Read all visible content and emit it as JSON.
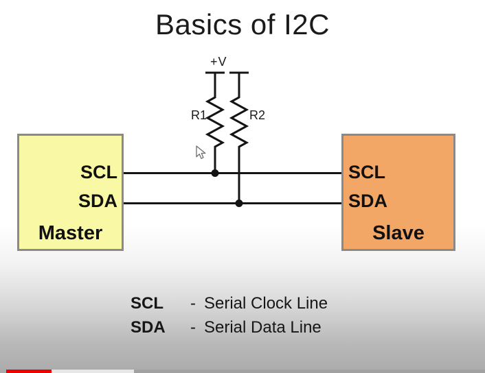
{
  "title": "Basics of I2C",
  "circuit": {
    "supply_label": "+V",
    "resistor1_label": "R1",
    "resistor2_label": "R2",
    "master": {
      "name": "Master",
      "ports": [
        "SCL",
        "SDA"
      ]
    },
    "slave": {
      "name": "Slave",
      "ports": [
        "SCL",
        "SDA"
      ]
    }
  },
  "legend": [
    {
      "term": "SCL",
      "separator": "-",
      "definition": "Serial Clock Line"
    },
    {
      "term": "SDA",
      "separator": "-",
      "definition": "Serial Data Line"
    }
  ],
  "colors": {
    "master_fill": "#F9F9A5",
    "slave_fill": "#F3A766",
    "box_border": "#8A8A8A",
    "wire": "#141414",
    "progress_played": "#F10000",
    "progress_buffered": "#E7E7E7"
  },
  "player": {
    "progress_played_fraction": 0.094,
    "progress_buffered_fraction": 0.276
  }
}
